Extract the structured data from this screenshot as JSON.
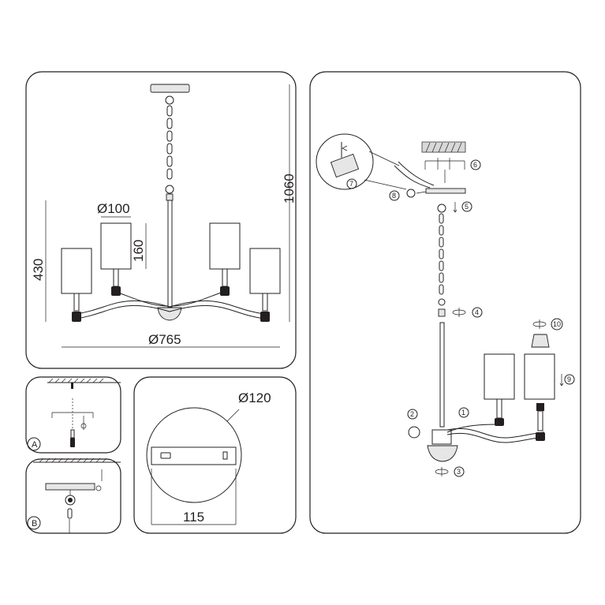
{
  "dimensions": {
    "total_height": "1060",
    "body_height": "430",
    "shade_diameter": "Ø100",
    "shade_height": "160",
    "overall_diameter": "Ø765",
    "canopy_diameter": "Ø120",
    "canopy_mount_width": "115"
  },
  "detail_labels": {
    "a": "A",
    "b": "B"
  },
  "steps": [
    "1",
    "2",
    "3",
    "4",
    "5",
    "6",
    "7",
    "8",
    "9",
    "10"
  ]
}
